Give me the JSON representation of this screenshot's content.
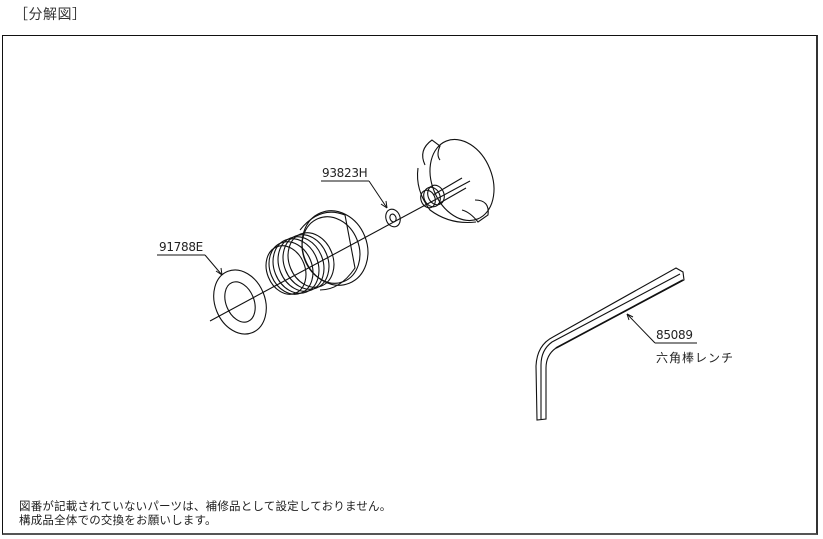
{
  "heading": "［分解図］",
  "parts": [
    {
      "number": "91788E",
      "name": "",
      "description": "flat washer / gasket ring"
    },
    {
      "number": "93823H",
      "name": "",
      "description": "small O-ring"
    },
    {
      "number": "85089",
      "name": "六角棒レンチ",
      "description": "hex key wrench"
    }
  ],
  "unlabeled_parts": [
    {
      "description": "threaded plug / bushing"
    },
    {
      "description": "handle cap with spindle"
    }
  ],
  "notes": {
    "line1": "図番が記載されていないパーツは、補修品として設定しておりません。",
    "line2": "構成品全体での交換をお願いします。"
  },
  "colors": {
    "line": "#111111",
    "background": "#ffffff"
  }
}
